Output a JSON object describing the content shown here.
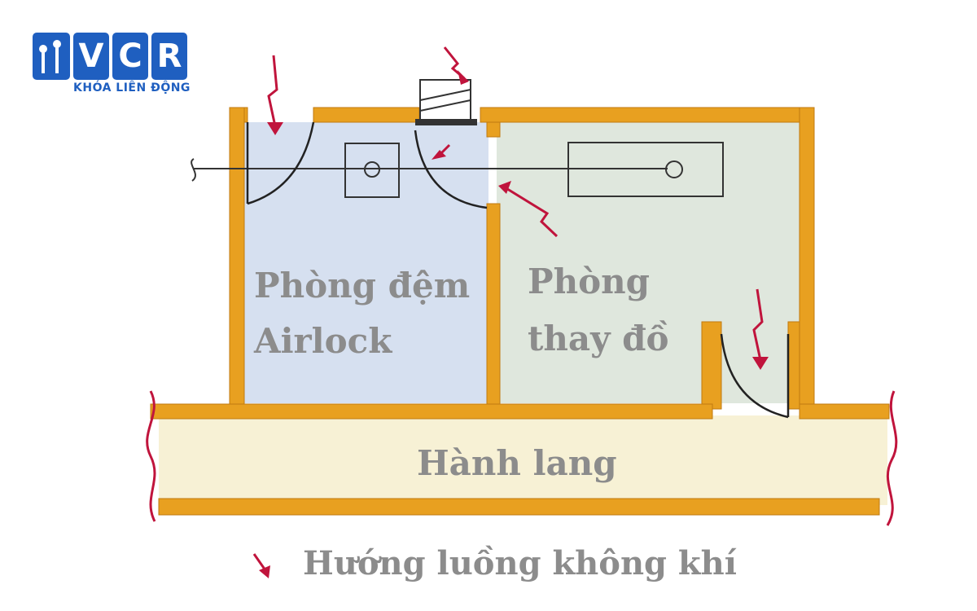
{
  "logo": {
    "letters": [
      "V",
      "C",
      "R"
    ],
    "tagline": "KHÓA LIÊN ĐỘNG",
    "brand_color": "#1f5fc0"
  },
  "rooms": {
    "airlock": {
      "line1": "Phòng đệm",
      "line2": "Airlock",
      "fill": "#d6e0f0"
    },
    "changing": {
      "line1": "Phòng",
      "line2": "thay đồ",
      "fill": "#dfe7dd"
    },
    "corridor": {
      "label": "Hành lang",
      "fill": "#f7f1d5"
    }
  },
  "legend": {
    "text": "Hướng luồng không khí",
    "arrow_color": "#c0143c"
  },
  "colors": {
    "wall": "#e8a020",
    "wall_edge": "#c07a10",
    "line": "#333333",
    "label": "#8c8c8c"
  }
}
